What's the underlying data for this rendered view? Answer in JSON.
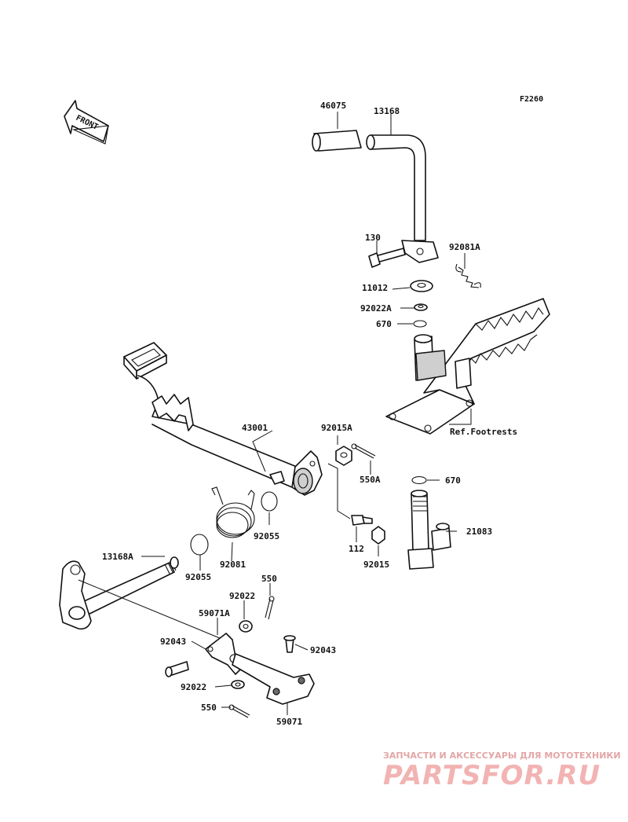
{
  "diagram_code": "F2260",
  "front_label": "FRONT",
  "ref_label": "Ref.Footrests",
  "watermark": {
    "tagline": "ЗАПЧАСТИ И АКСЕССУАРЫ ДЛЯ МОТОТЕХНИКИ",
    "brand": "PARTSFOR.RU"
  },
  "parts": {
    "p46075": "46075",
    "p13168": "13168",
    "p130": "130",
    "p92081A": "92081A",
    "p11012": "11012",
    "p92022A": "92022A",
    "p670a": "670",
    "p92015A": "92015A",
    "p43001": "43001",
    "p550A": "550A",
    "p670b": "670",
    "p21083": "21083",
    "p92055a": "92055",
    "p112": "112",
    "p92015": "92015",
    "p13168A": "13168A",
    "p92081": "92081",
    "p92055b": "92055",
    "p550a": "550",
    "p92022": "92022",
    "p59071A": "59071A",
    "p92043a": "92043",
    "p92043b": "92043",
    "p92022b": "92022",
    "p550b": "550",
    "p59071": "59071"
  }
}
